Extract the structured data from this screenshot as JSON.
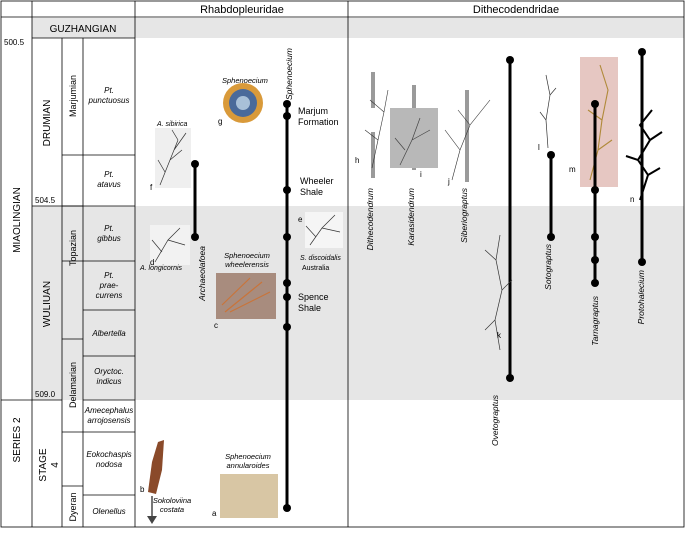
{
  "ages": {
    "top": "500.5",
    "mid": "504.5",
    "bottom": "509.0"
  },
  "chronostrat": {
    "series": [
      "MIAOLINGIAN",
      "SERIES 2"
    ],
    "stages": [
      "GUZHANGIAN",
      "DRUMIAN",
      "WULIUAN",
      "STAGE 4"
    ],
    "regional_stages": [
      "Marjumian",
      "Topazian",
      "Delamarian",
      "Dyeran"
    ]
  },
  "zones": [
    "Pt. punctuosus",
    "Pt. atavus",
    "Pt. gibbus",
    "Pt. prae-currens",
    "Albertella",
    "Oryctoc. indicus",
    "Amecephalus arrojosensis",
    "Eokochaspis nodosa",
    "Olenellus"
  ],
  "families": {
    "left": "Rhabdopleuridae",
    "right": "Dithecodendridae"
  },
  "formations": {
    "marjum": "Marjum Formation",
    "wheeler": "Wheeler Shale",
    "spence": "Spence Shale"
  },
  "taxa": {
    "sphenoecium_column": "Sphenoecium",
    "archaeolafoea": "Archaeolafoea",
    "dithecodendrum": "Dithecodendrum",
    "karasidendrum": "Karasidendrum",
    "siberiograptus": "Siberiograptus",
    "ovetograptus": "Ovetograptus",
    "sotograptus": "Sotograptus",
    "tarnagraptus": "Tarnagraptus",
    "protohalecium": "Protohalecium"
  },
  "specimens": {
    "a": {
      "letter": "a",
      "name": "Sphenoecium annularoides"
    },
    "b": {
      "letter": "b",
      "name": "Sokoloviina costata"
    },
    "c": {
      "letter": "c",
      "name": "Sphenoecium wheelerensis"
    },
    "d": {
      "letter": "d",
      "name": "A. longicornis"
    },
    "e": {
      "letter": "e",
      "name": "S. discoidalis",
      "locality": "Australia"
    },
    "f": {
      "letter": "f",
      "name": "A. sibirica"
    },
    "g": {
      "letter": "g",
      "name": "Sphenoecium"
    },
    "h": {
      "letter": "h"
    },
    "i": {
      "letter": "i"
    },
    "j": {
      "letter": "j"
    },
    "k": {
      "letter": "k"
    },
    "l": {
      "letter": "l"
    },
    "m": {
      "letter": "m"
    },
    "n": {
      "letter": "n"
    }
  },
  "colors": {
    "shade": "#e6e6e6",
    "line": "#000000",
    "grey_bar": "#9a9a9a"
  }
}
